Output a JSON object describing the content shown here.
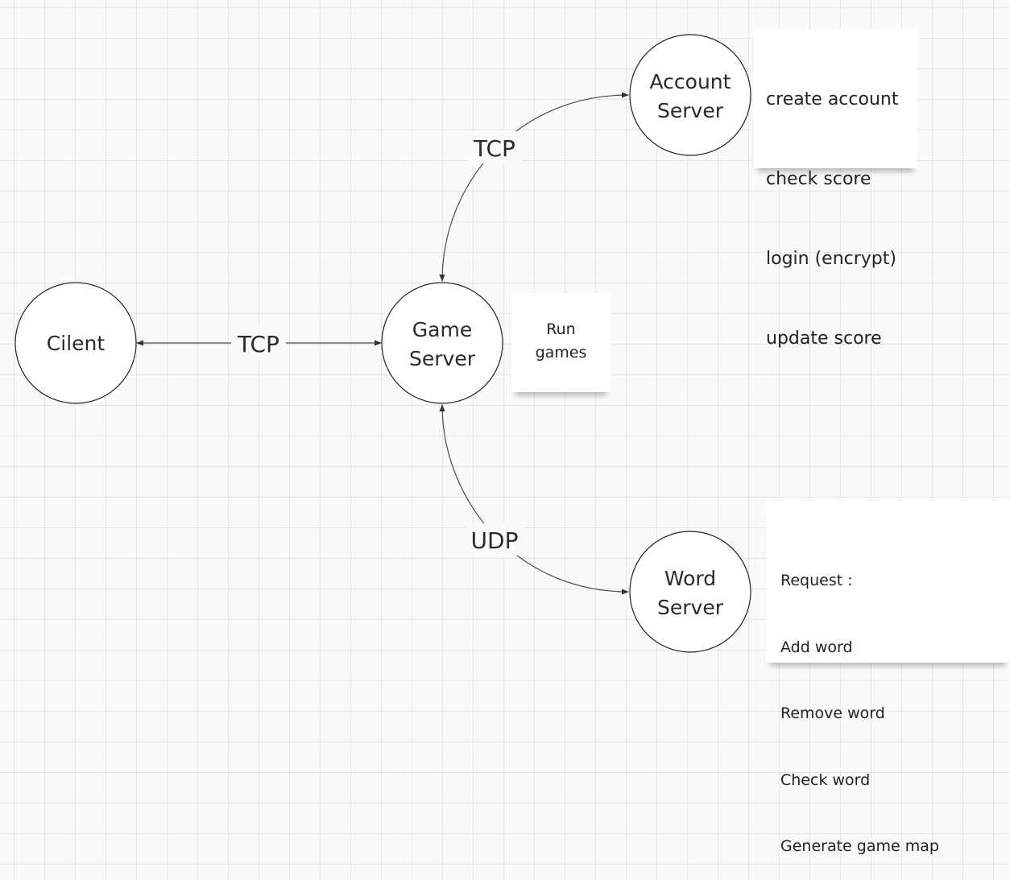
{
  "nodes": {
    "client": {
      "label": "Cilent"
    },
    "game_server": {
      "label_line1": "Game",
      "label_line2": "Server"
    },
    "account_server": {
      "label_line1": "Account",
      "label_line2": "Server"
    },
    "word_server": {
      "label_line1": "Word",
      "label_line2": "Server"
    }
  },
  "edges": {
    "client_game": {
      "protocol": "TCP"
    },
    "game_account": {
      "protocol": "TCP"
    },
    "game_word": {
      "protocol": "UDP"
    }
  },
  "notes": {
    "account": {
      "lines": [
        "create account",
        "check score",
        "login (encrypt)",
        "update score"
      ]
    },
    "game": {
      "lines": [
        "Run",
        "games"
      ]
    },
    "word": {
      "lines": [
        "Request :",
        "Add word",
        "Remove word",
        "Check word",
        "Generate game map"
      ]
    }
  }
}
